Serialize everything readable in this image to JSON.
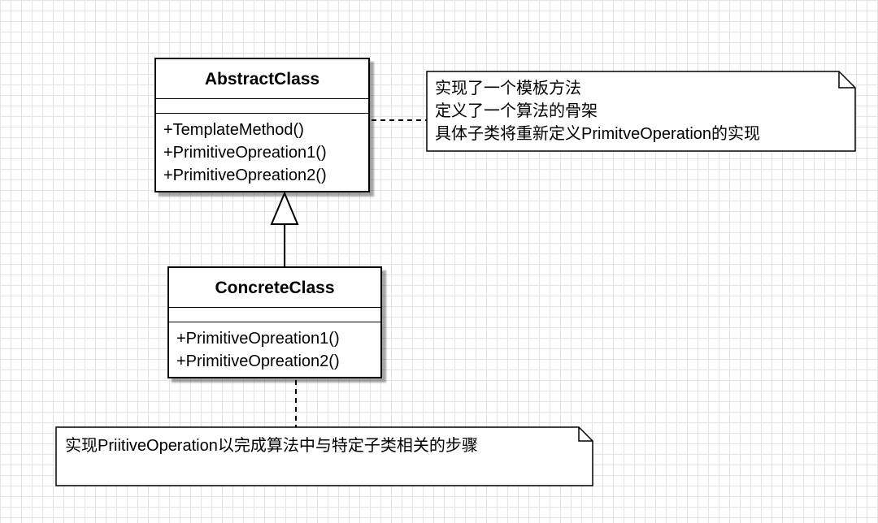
{
  "abstract_class": {
    "name": "AbstractClass",
    "operations": [
      "+TemplateMethod()",
      "+PrimitiveOpreation1()",
      "+PrimitiveOpreation2()"
    ]
  },
  "concrete_class": {
    "name": "ConcreteClass",
    "operations": [
      "+PrimitiveOpreation1()",
      "+PrimitiveOpreation2()"
    ]
  },
  "note_template": {
    "lines": [
      "实现了一个模板方法",
      "定义了一个算法的骨架",
      "具体子类将重新定义PrimitveOperation的实现"
    ]
  },
  "note_concrete": {
    "text": "实现PriitiveOperation以完成算法中与特定子类相关的步骤"
  },
  "relations": [
    {
      "type": "generalization",
      "from": "ConcreteClass",
      "to": "AbstractClass"
    }
  ]
}
